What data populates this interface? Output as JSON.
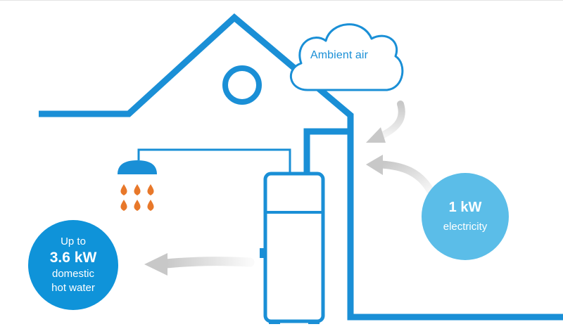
{
  "ambient_label": "Ambient air",
  "electricity_badge": {
    "value": "1 kW",
    "label": "electricity"
  },
  "hot_water_badge": {
    "prefix": "Up to",
    "value": "3.6 kW",
    "line1": "domestic",
    "line2": "hot water"
  },
  "colors": {
    "line_blue": "#1a8fd6",
    "badge_light": "#5bbde8",
    "badge_dark": "#0f93d9",
    "water_drop": "#e8782a",
    "arrow_grey": "#c8c8c8"
  }
}
